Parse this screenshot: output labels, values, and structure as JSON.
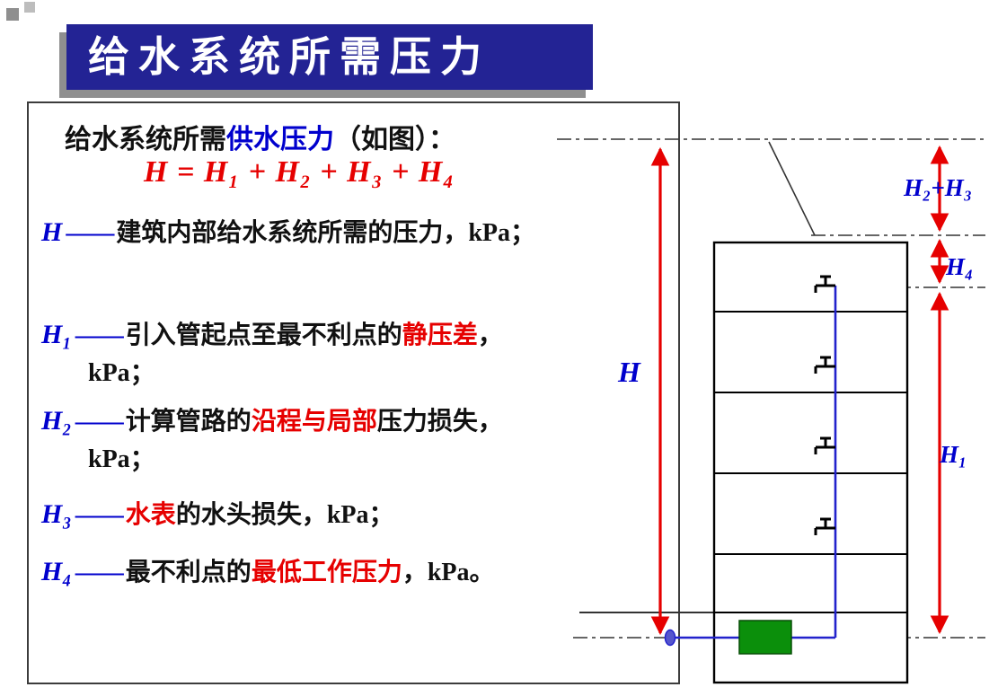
{
  "slide": {
    "title": "给水系统所需压力",
    "intro": {
      "pre": "给水系统所需",
      "highlight": "供水压力",
      "post": "（如图）："
    },
    "formula": "H = H₁ + H₂ + H₃ + H₄",
    "definitions": [
      {
        "term": "H",
        "dash": "——",
        "pre": "建筑内部给水系统所需的压力，kPa；",
        "red": "",
        "post": ""
      },
      {
        "term": "H₁",
        "dash": "——",
        "pre": "引入管起点至最不利点的",
        "red": "静压差",
        "post": "，kPa；"
      },
      {
        "term": "H₂",
        "dash": "——",
        "pre": "计算管路的",
        "red": "沿程与局部",
        "post": "压力损失，kPa；"
      },
      {
        "term": "H₃",
        "dash": "——",
        "pre": "",
        "red": "水表",
        "post": "的水头损失，kPa；"
      },
      {
        "term": "H₄",
        "dash": "——",
        "pre": "最不利点的",
        "red": "最低工作压力",
        "post": "，kPa。"
      }
    ]
  },
  "diagram": {
    "labels": {
      "h": "H",
      "h23": "H₂+H₃",
      "h4": "H₄",
      "h1": "H₁"
    }
  },
  "colors": {
    "title_bg": "#232394",
    "accent_blue": "#0000cd",
    "highlight_red": "#e60000",
    "pipe_blue": "#2222cc",
    "meter_green": "#0b8f0b"
  }
}
